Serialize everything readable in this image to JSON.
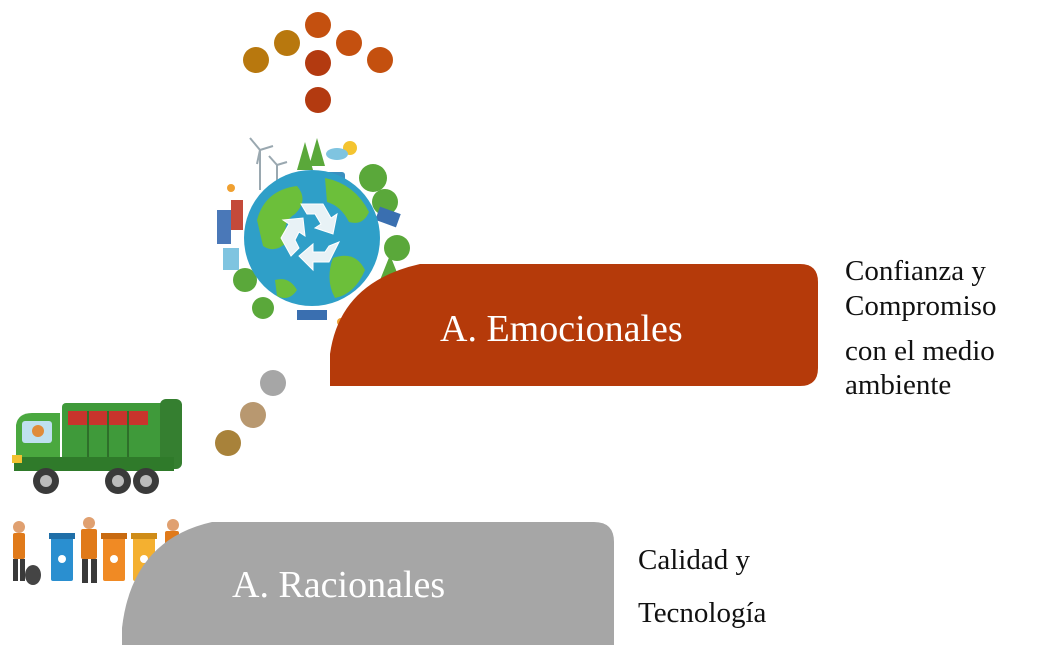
{
  "diagram": {
    "emocionales": {
      "label": "A. Emocionales",
      "description_lines": [
        "Confianza y",
        "Compromiso",
        "con el medio",
        "ambiente"
      ],
      "color": "#b53a0a"
    },
    "racionales": {
      "label": "A. Racionales",
      "description_lines": [
        "Calidad y",
        "Tecnología"
      ],
      "color": "#a6a6a6"
    },
    "dot_colors": {
      "gold": "#b8780e",
      "orange": "#c4500f",
      "rust": "#b33a10",
      "gray": "#a6a6a6",
      "tan": "#b89870",
      "brown": "#a8823a"
    }
  }
}
